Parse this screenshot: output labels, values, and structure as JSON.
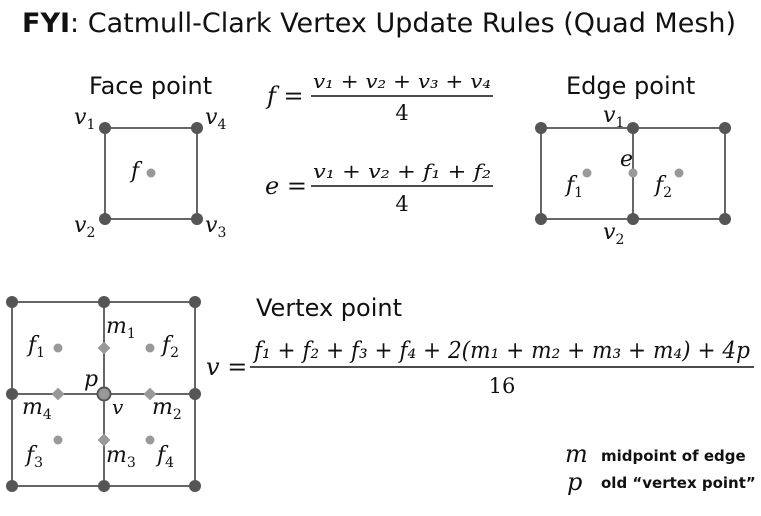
{
  "title": {
    "bold": "FYI",
    "rest": ": Catmull-Clark Vertex Update Rules (Quad Mesh)"
  },
  "face_point": {
    "heading": "Face point",
    "labels": {
      "v1": "v",
      "v1_sub": "1",
      "v2": "v",
      "v2_sub": "2",
      "v3": "v",
      "v3_sub": "3",
      "v4": "v",
      "v4_sub": "4",
      "f": "f"
    },
    "formula": {
      "lhs": "f =",
      "numerator": "v₁ + v₂ + v₃ + v₄",
      "denominator": "4"
    }
  },
  "edge_point": {
    "heading": "Edge point",
    "labels": {
      "v1": "v",
      "v1_sub": "1",
      "v2": "v",
      "v2_sub": "2",
      "e": "e",
      "f1": "f",
      "f1_sub": "1",
      "f2": "f",
      "f2_sub": "2"
    },
    "formula": {
      "lhs": "e =",
      "numerator": "v₁ + v₂ + f₁ + f₂",
      "denominator": "4"
    }
  },
  "vertex_point": {
    "heading": "Vertex point",
    "labels": {
      "f1": "f",
      "f1_sub": "1",
      "f2": "f",
      "f2_sub": "2",
      "f3": "f",
      "f3_sub": "3",
      "f4": "f",
      "f4_sub": "4",
      "m1": "m",
      "m1_sub": "1",
      "m2": "m",
      "m2_sub": "2",
      "m3": "m",
      "m3_sub": "3",
      "m4": "m",
      "m4_sub": "4",
      "p": "p",
      "v": "v"
    },
    "formula": {
      "lhs": "v =",
      "numerator": "f₁ + f₂ + f₃ + f₄ + 2(m₁ + m₂ + m₃ + m₄) + 4p",
      "denominator": "16"
    }
  },
  "legend": [
    {
      "symbol": "m",
      "text": "midpoint of edge"
    },
    {
      "symbol": "p",
      "text": "old “vertex point”"
    }
  ],
  "colors": {
    "vertex": "#555555",
    "derived_point": "#999999",
    "edge": "#666666",
    "text": "#111111"
  }
}
